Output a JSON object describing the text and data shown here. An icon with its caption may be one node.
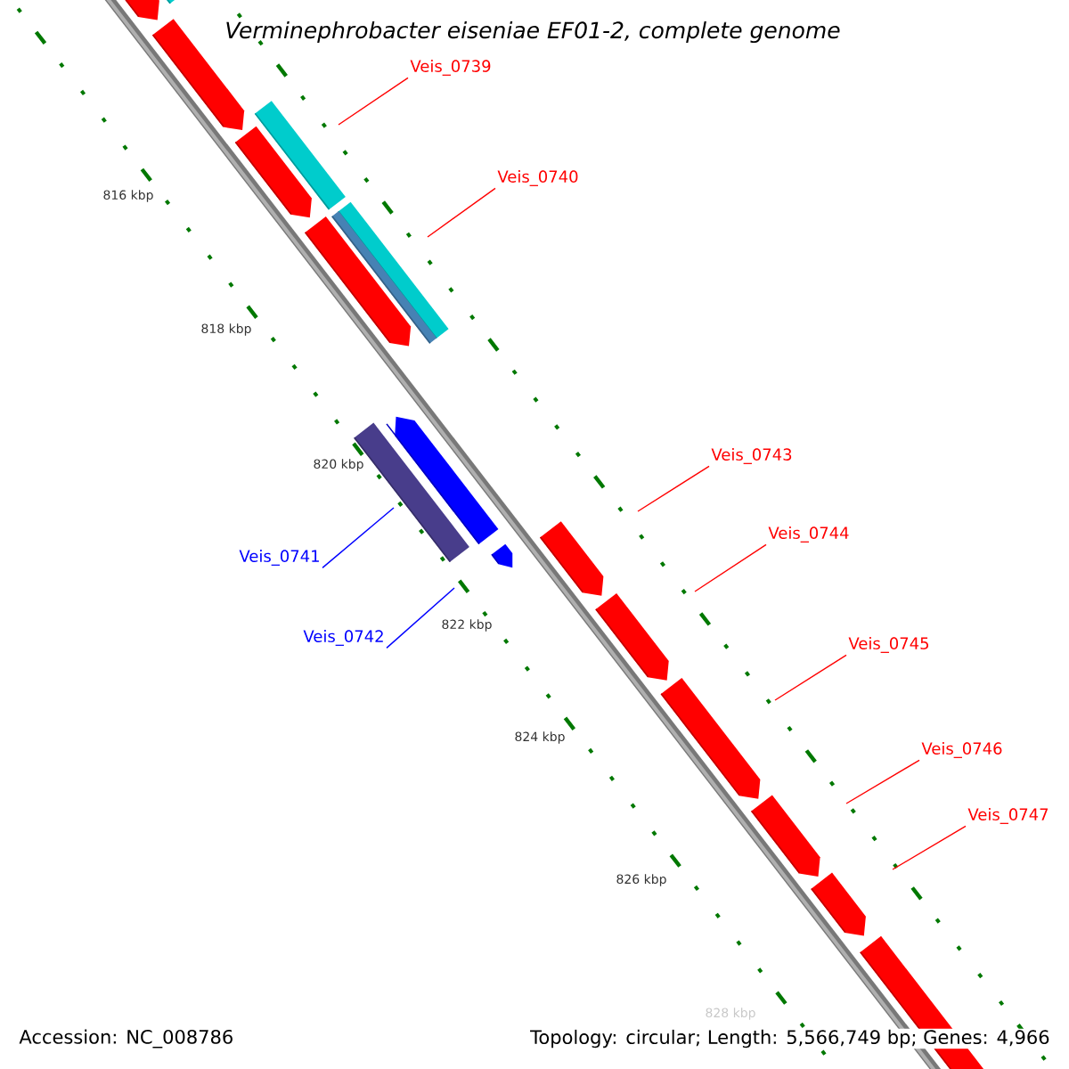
{
  "diagram": {
    "title": "Verminephrobacter eiseniae EF01-2, complete genome",
    "nodes": [
      {
        "text": [
          "Veis_0739"
        ]
      },
      {
        "text": [
          "Veis_0740"
        ]
      },
      {
        "text": [
          "Veis_0743"
        ]
      },
      {
        "text": [
          "Veis_0744"
        ]
      },
      {
        "text": [
          "Veis_0741"
        ]
      },
      {
        "text": [
          "Veis_0742"
        ]
      },
      {
        "text": [
          "Veis_0745"
        ]
      },
      {
        "text": [
          "Veis_0746"
        ]
      },
      {
        "text": [
          "Veis_0747"
        ]
      }
    ],
    "edges": [
      {
        "from": 0,
        "to": null,
        "arrow": "none"
      },
      {
        "from": 1,
        "to": null,
        "arrow": "none"
      },
      {
        "from": 2,
        "to": null,
        "arrow": "none"
      },
      {
        "from": 3,
        "to": null,
        "arrow": "none"
      },
      {
        "from": 4,
        "to": null,
        "arrow": "none",
        "color": "#0000ff"
      },
      {
        "from": 5,
        "to": null,
        "arrow": "none",
        "color": "#0000ff"
      },
      {
        "from": 6,
        "to": null,
        "arrow": "none"
      },
      {
        "from": 7,
        "to": null,
        "arrow": "none"
      },
      {
        "from": 8,
        "to": null,
        "arrow": "none"
      }
    ],
    "labels": [
      "816 kbp",
      "818 kbp",
      "820 kbp",
      "822 kbp",
      "824 kbp",
      "826 kbp",
      "828 kbp",
      "Accession: NC_008786",
      "Topology: circular; Length: 5,566,749 bp; Genes: 4,966"
    ]
  }
}
